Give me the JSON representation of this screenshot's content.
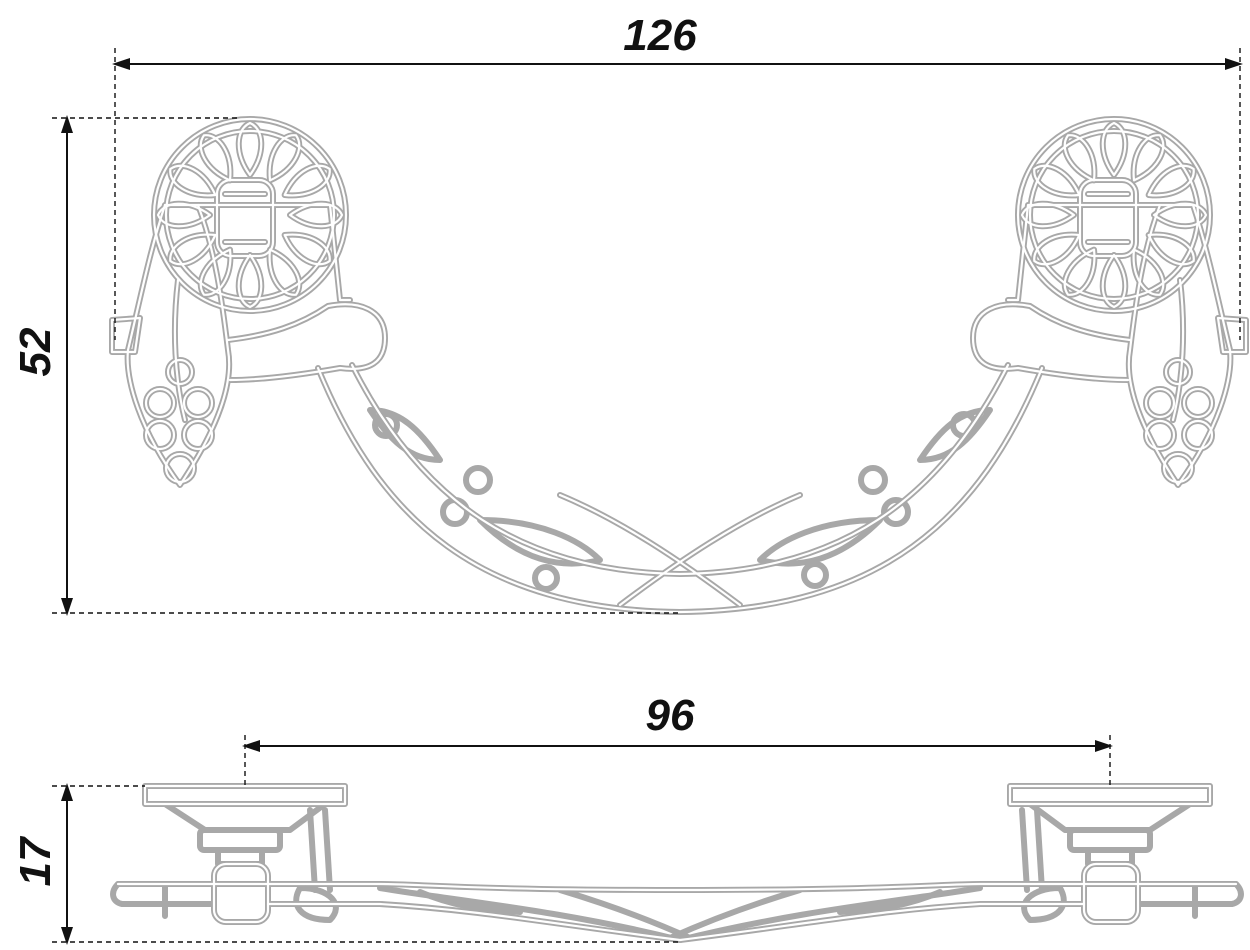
{
  "drawing": {
    "front_view": {
      "width_label": "126",
      "height_label": "52"
    },
    "side_view": {
      "hole_distance_label": "96",
      "depth_label": "17"
    },
    "colors": {
      "line": "#111111",
      "part_outline": "#a8a8a8"
    }
  }
}
